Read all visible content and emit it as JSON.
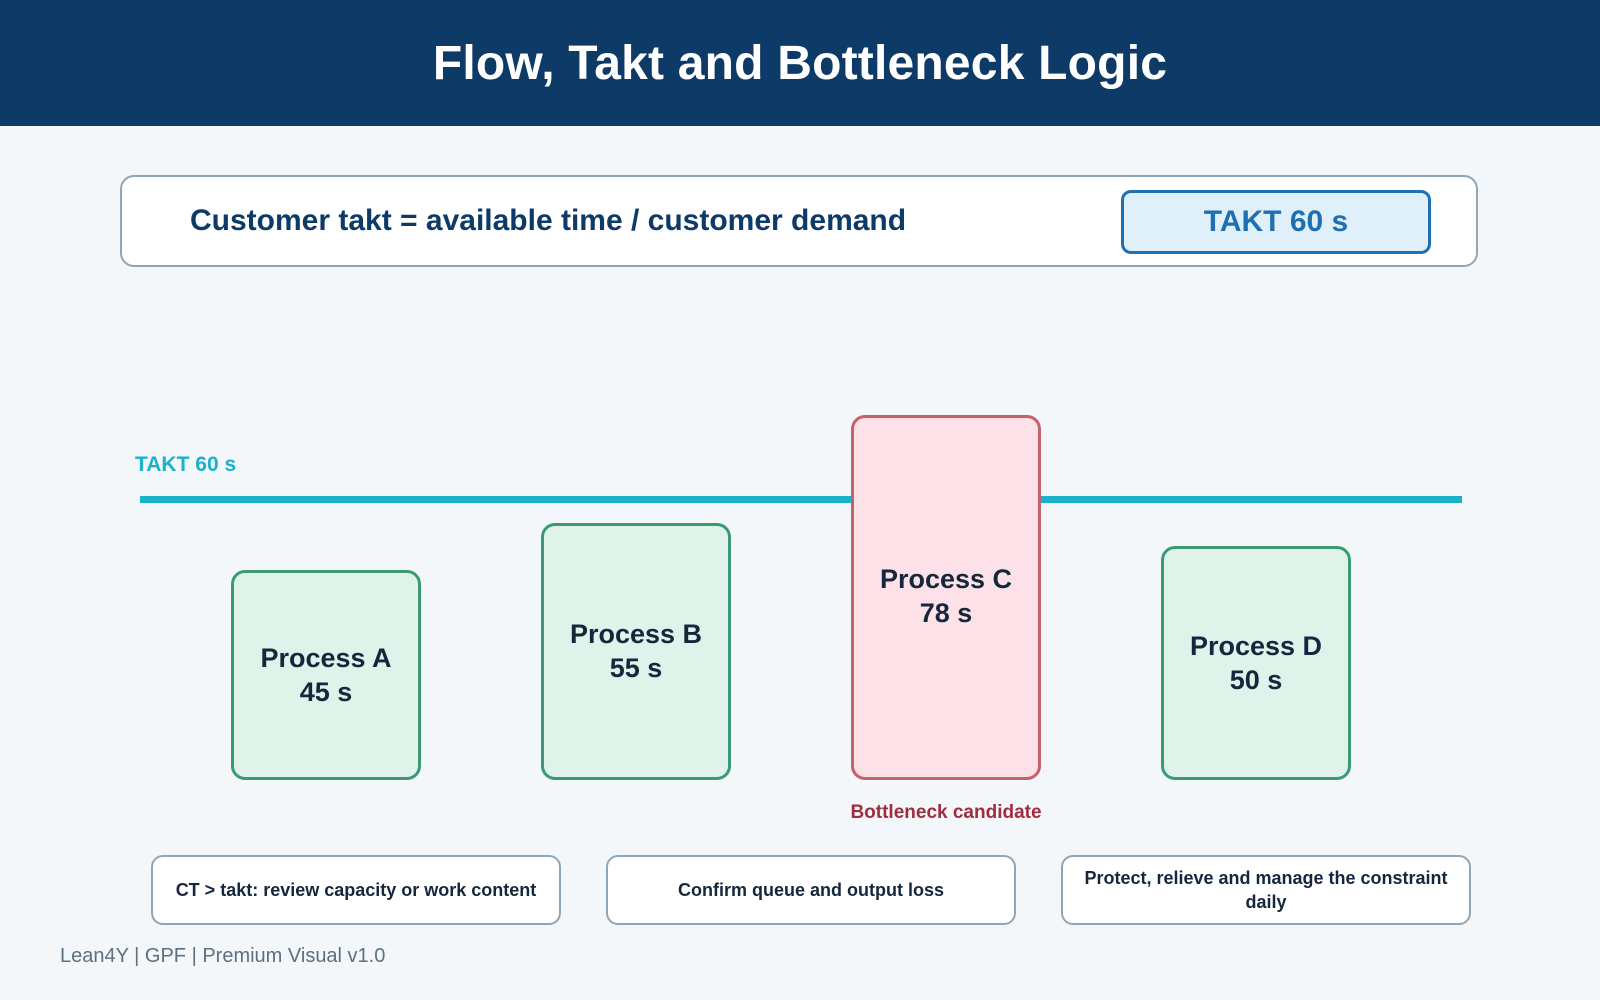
{
  "header": {
    "title": "Flow, Takt and Bottleneck Logic"
  },
  "formula": {
    "text": "Customer takt = available time / customer demand",
    "takt_badge": "TAKT 60 s"
  },
  "takt_line": {
    "label": "TAKT 60 s",
    "value_s": 60
  },
  "processes": [
    {
      "name": "Process A",
      "cycle_time": "45 s",
      "value_s": 45
    },
    {
      "name": "Process B",
      "cycle_time": "55 s",
      "value_s": 55
    },
    {
      "name": "Process C",
      "cycle_time": "78 s",
      "value_s": 78
    },
    {
      "name": "Process D",
      "cycle_time": "50 s",
      "value_s": 50
    }
  ],
  "bottleneck": {
    "caption": "Bottleneck candidate"
  },
  "notes": [
    "CT > takt: review capacity or work content",
    "Confirm queue and output loss",
    "Protect, relieve and manage the constraint daily"
  ],
  "colors": {
    "header_bg": "#0d3a66",
    "takt": "#1ab2c9",
    "ok_border": "#3b9a74",
    "ok_fill": "#dff3ea",
    "bottleneck_border": "#c5606d",
    "bottleneck_fill": "#fde1e8"
  },
  "footer": {
    "text": "Lean4Y | GPF | Premium Visual v1.0"
  }
}
